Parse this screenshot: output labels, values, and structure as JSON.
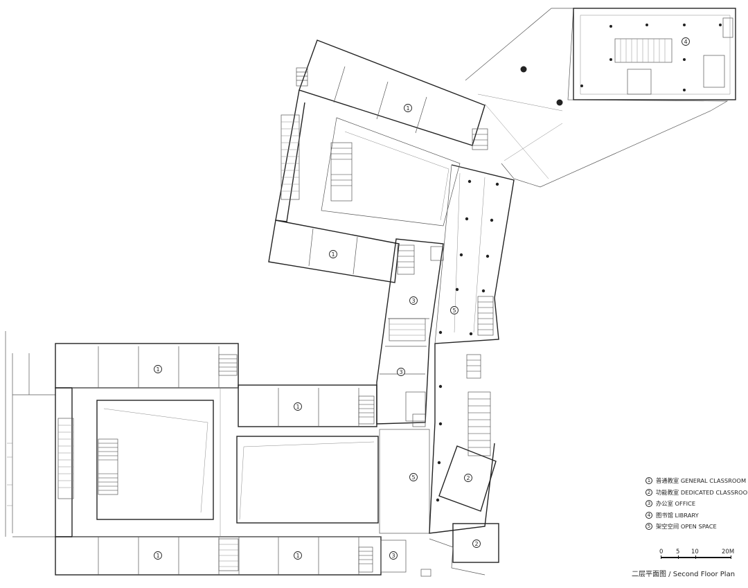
{
  "room_markers": [
    "1",
    "2",
    "3",
    "4",
    "5"
  ],
  "legend": [
    {
      "num": "1",
      "label": "普通教室 GENERAL CLASSROOM"
    },
    {
      "num": "2",
      "label": "功能教室 DEDICATED CLASSROOM"
    },
    {
      "num": "3",
      "label": "办公室 OFFICE"
    },
    {
      "num": "4",
      "label": "图书馆 LIBRARY"
    },
    {
      "num": "5",
      "label": "架空空间 OPEN SPACE"
    }
  ],
  "scale": {
    "ticks": [
      "0",
      "5",
      "10",
      "20M"
    ]
  },
  "title": "二层平面图 / Second Floor Plan"
}
